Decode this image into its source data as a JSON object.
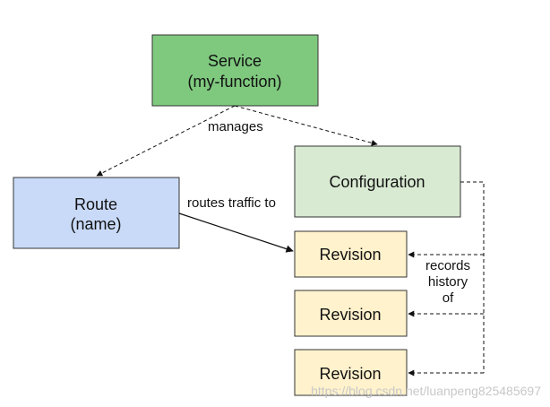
{
  "nodes": {
    "service": {
      "line1": "Service",
      "line2": "(my-function)",
      "fill": "#7fc97f"
    },
    "route": {
      "line1": "Route",
      "line2": "(name)",
      "fill": "#c9daf8"
    },
    "configuration": {
      "label": "Configuration",
      "fill": "#d9ead3"
    },
    "revisions": [
      {
        "label": "Revision",
        "fill": "#fff2cc"
      },
      {
        "label": "Revision",
        "fill": "#fff2cc"
      },
      {
        "label": "Revision",
        "fill": "#fff2cc"
      }
    ]
  },
  "edges": {
    "manages": "manages",
    "routes_traffic": "routes traffic to",
    "records_history": {
      "line1": "records",
      "line2": "history",
      "line3": "of"
    }
  },
  "watermark": "https://blog.csdn.net/luanpeng825485697"
}
